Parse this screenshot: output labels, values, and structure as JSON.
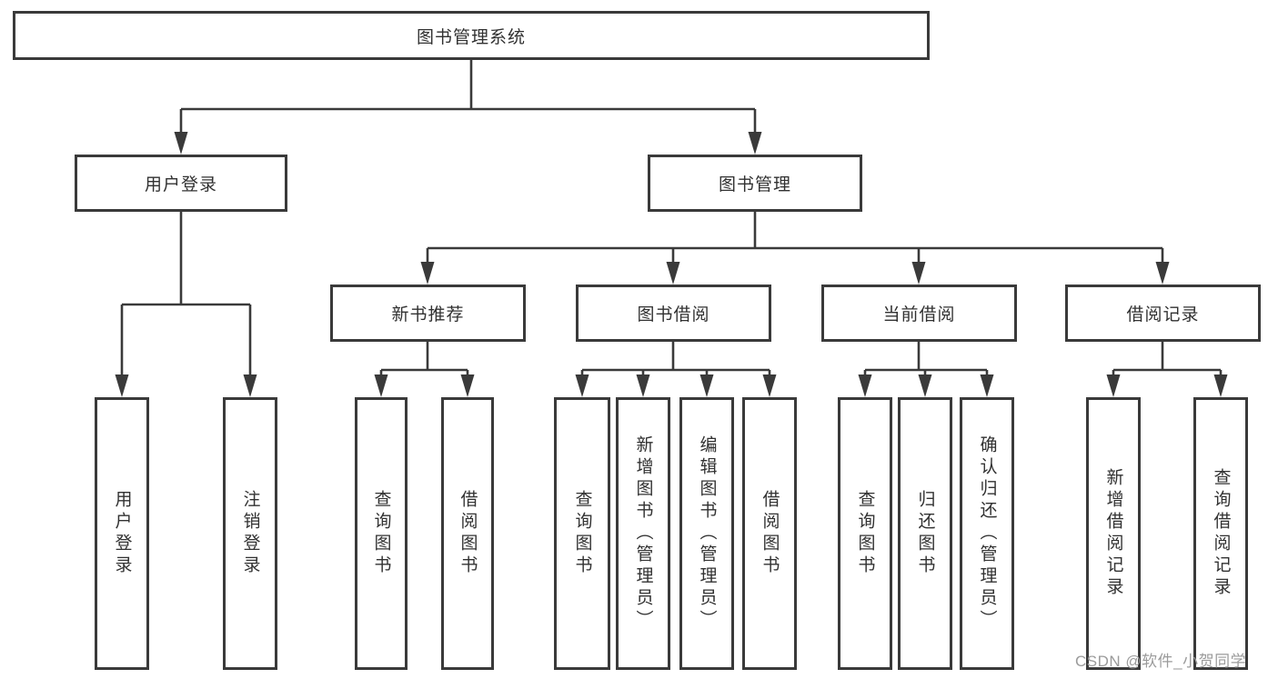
{
  "tree": {
    "root": "图书管理系统",
    "level1": {
      "user_login": "用户登录",
      "book_management": "图书管理"
    },
    "level2": {
      "new_book_recommend": "新书推荐",
      "book_borrowing": "图书借阅",
      "current_borrowing": "当前借阅",
      "borrowing_records": "借阅记录"
    },
    "leaves": {
      "user_login_leaf": "用户登录",
      "logout_leaf": "注销登录",
      "recommend_query_books": "查询图书",
      "recommend_borrow_books": "借阅图书",
      "borrowing_query_books": "查询图书",
      "borrowing_add_books_admin": "新增图书（管理员）",
      "borrowing_edit_books_admin": "编辑图书（管理员）",
      "borrowing_borrow_books": "借阅图书",
      "current_query_books": "查询图书",
      "current_return_books": "归还图书",
      "current_confirm_return_admin": "确认归还（管理员）",
      "records_add_record": "新增借阅记录",
      "records_query_record": "查询借阅记录"
    }
  },
  "watermark": "CSDN @软件_小贺同学",
  "colors": {
    "line": "#3a3a3a",
    "border": "#3a3a3a",
    "text": "#313131",
    "watermark_text": "#9b9b9b",
    "background": "#ffffff"
  }
}
